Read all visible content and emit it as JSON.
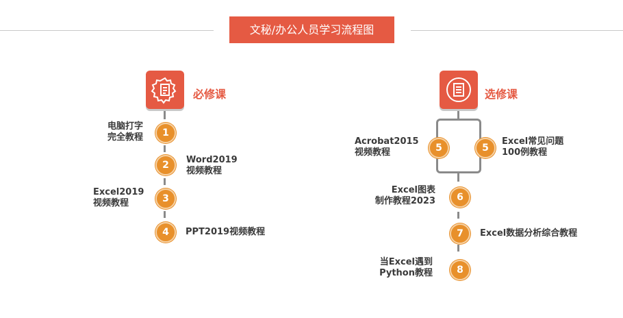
{
  "title": "文秘/办公人员学习流程图",
  "required": {
    "label": "必修课",
    "icon": "gear-document-icon",
    "items": [
      {
        "num": "1",
        "lines": [
          "电脑打字",
          "完全教程"
        ]
      },
      {
        "num": "2",
        "lines": [
          "Word2019",
          "视频教程"
        ]
      },
      {
        "num": "3",
        "lines": [
          "Excel2019",
          "视频教程"
        ]
      },
      {
        "num": "4",
        "lines": [
          "PPT2019视频教程"
        ]
      }
    ]
  },
  "elective": {
    "label": "选修课",
    "icon": "checklist-icon",
    "items": [
      {
        "num": "5",
        "lines": [
          "Acrobat2015",
          "视频教程"
        ]
      },
      {
        "num": "5",
        "lines": [
          "Excel常见问题",
          "100例教程"
        ]
      },
      {
        "num": "6",
        "lines": [
          "Excel图表",
          "制作教程2023"
        ]
      },
      {
        "num": "7",
        "lines": [
          "Excel数据分析综合教程"
        ]
      },
      {
        "num": "8",
        "lines": [
          "当Excel遇到",
          "Python教程"
        ]
      }
    ]
  },
  "colors": {
    "accent": "#e55a43",
    "node": "#e8902b",
    "line": "#8a8a8a"
  }
}
